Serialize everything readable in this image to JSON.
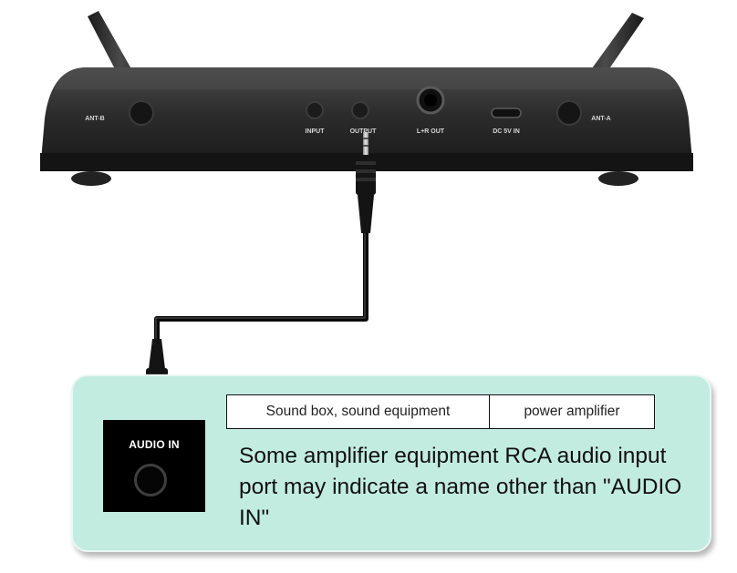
{
  "device": {
    "ports": [
      {
        "label": "ANT-B"
      },
      {
        "label": "INPUT"
      },
      {
        "label": "OUTPUT"
      },
      {
        "label": "L+R OUT"
      },
      {
        "label": "DC 5V IN"
      },
      {
        "label": "ANT-A"
      }
    ]
  },
  "audio_in": {
    "label": "AUDIO IN"
  },
  "equipment_table": {
    "cells": [
      "Sound box, sound equipment",
      "power amplifier"
    ]
  },
  "note": "Some amplifier equipment RCA audio input port may indicate a name other than \"AUDIO IN\"",
  "colors": {
    "panel": "#c3ece0",
    "device_body": "#2a2a2a",
    "cable": "#0a0a0a",
    "port_label": "#d6d6d6"
  }
}
